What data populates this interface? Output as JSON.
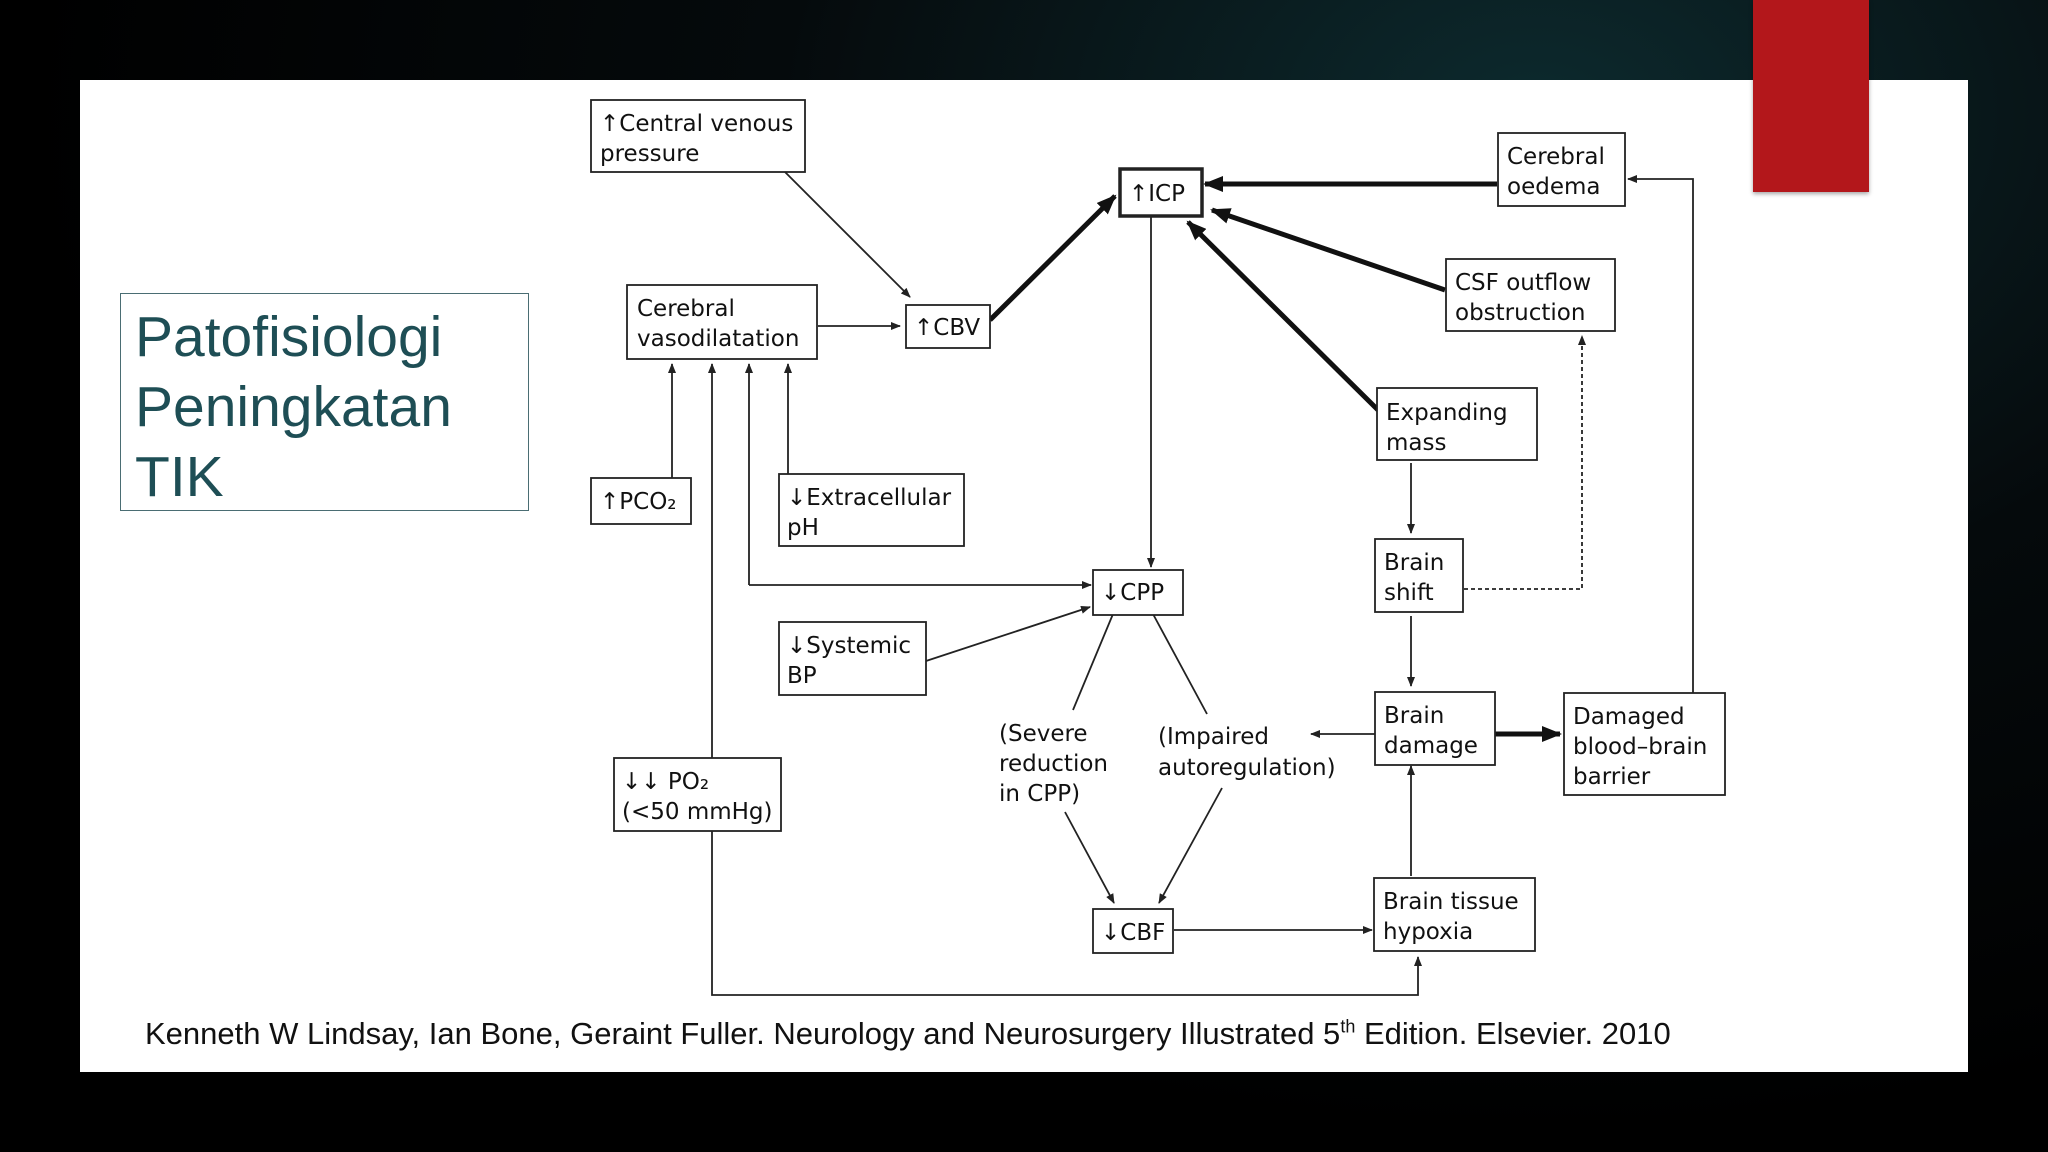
{
  "slide": {
    "title_lines": [
      "Patofisiologi",
      "Peningkatan",
      "TIK"
    ],
    "citation": {
      "prefix": "Kenneth W Lindsay, Ian Bone, Geraint Fuller. Neurology and Neurosurgery Illustrated 5",
      "superscript": "th",
      "suffix": " Edition. Elsevier. 2010"
    },
    "accent_color": "#b3171b"
  },
  "diagram": {
    "nodes": {
      "cvp": [
        "↑Central venous",
        "pressure"
      ],
      "vaso": [
        "Cerebral",
        "vasodilatation"
      ],
      "cbv": [
        "↑CBV"
      ],
      "icp": [
        "↑ICP"
      ],
      "oedema": [
        "Cerebral",
        "oedema"
      ],
      "csf": [
        "CSF outflow",
        "obstruction"
      ],
      "mass": [
        "Expanding",
        "mass"
      ],
      "pco2": [
        "↑PCO₂"
      ],
      "ph": [
        "↓Extracellular",
        "pH"
      ],
      "cpp": [
        "↓CPP"
      ],
      "shift": [
        "Brain",
        "shift"
      ],
      "bp": [
        "↓Systemic",
        "BP"
      ],
      "po2": [
        "↓↓ PO₂",
        "(<50 mmHg)"
      ],
      "damage": [
        "Brain",
        "damage"
      ],
      "bbb": [
        "Damaged",
        "blood–brain",
        "barrier"
      ],
      "cbf": [
        "↓CBF"
      ],
      "hypoxia": [
        "Brain tissue",
        "hypoxia"
      ]
    },
    "labels": {
      "severe": [
        "(Severe",
        "reduction",
        "in CPP)"
      ],
      "impaired": [
        "(Impaired",
        "autoregulation)"
      ]
    }
  }
}
